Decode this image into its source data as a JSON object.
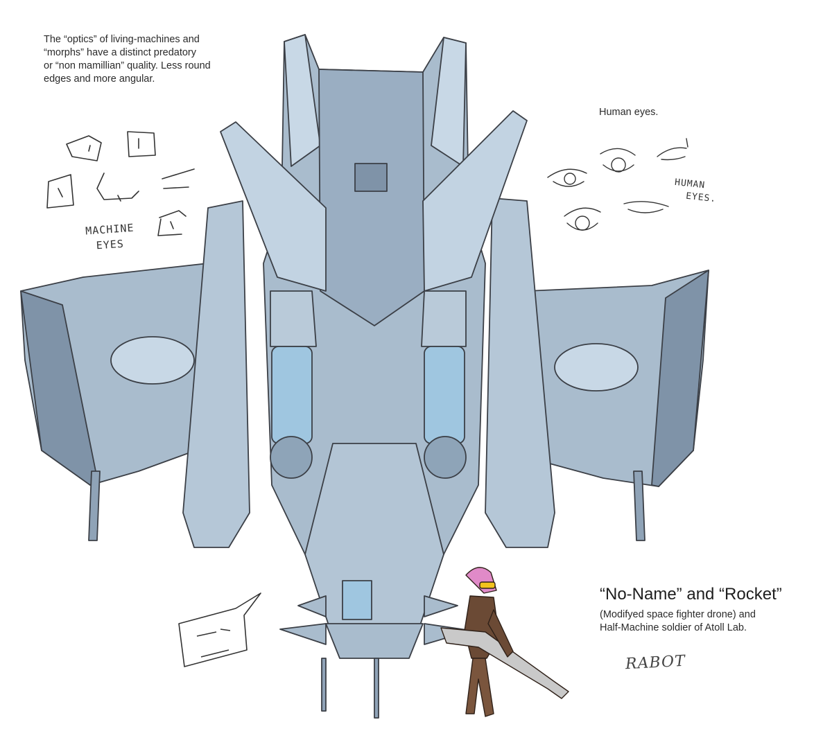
{
  "optics_note": {
    "lines": [
      "The “optics” of living-machines and",
      "“morphs” have a distinct predatory",
      "or “non mamillian” quality. Less round",
      "edges and more angular."
    ]
  },
  "human_eyes_note": "Human eyes.",
  "machine_eyes_label": [
    "MACHINE",
    "EYES"
  ],
  "human_eyes_label": [
    "HUMAN",
    "EYES."
  ],
  "caption": {
    "title": "“No-Name” and “Rocket”",
    "lines": [
      "(Modifyed space fighter drone) and",
      "Half-Machine soldier of Atoll Lab."
    ]
  },
  "signature": "RABOT",
  "colors": {
    "hull": "#a9bccd",
    "hull_light": "#c8d8e6",
    "hull_dark": "#7f93a8",
    "glass": "#9fc6e0",
    "line": "#3b3f46",
    "soldier_armor": "#6b4a35",
    "soldier_hair": "#e08ac8",
    "soldier_visor": "#f2c21d"
  }
}
